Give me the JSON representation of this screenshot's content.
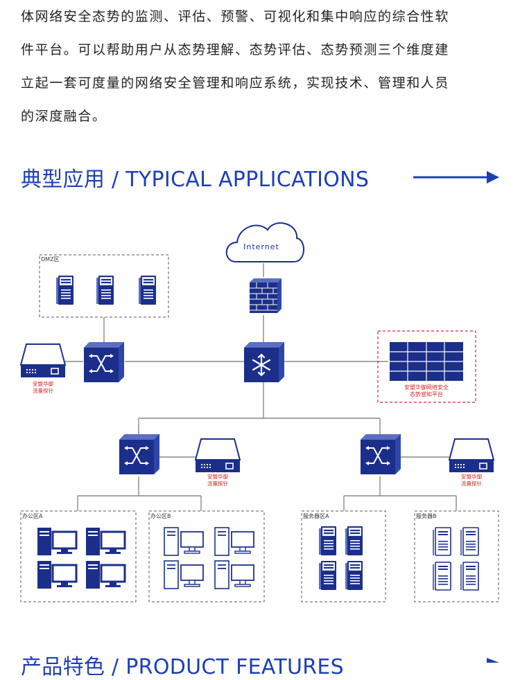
{
  "intro": {
    "lines": [
      "体网络安全态势的监测、评估、预警、可视化和集中响应的综合性软",
      "件平台。可以帮助用户从态势理解、态势评估、态势预测三个维度建",
      "立起一套可度量的网络安全管理和响应系统，实现技术、管理和人员",
      "的深度融合。"
    ]
  },
  "sections": {
    "applications_title": "典型应用 / TYPICAL APPLICATIONS",
    "features_title": "产品特色 / PRODUCT FEATURES"
  },
  "diagram": {
    "internet_label": "Internet",
    "dmz_label": "DMZ区",
    "probe_label_line1": "安盟华御",
    "probe_label_line2": "流量探针",
    "platform_label_line1": "安盟华御网络安全",
    "platform_label_line2": "态势感知平台",
    "office_a_label": "办公区A",
    "office_b_label": "办公区B",
    "server_a_label": "服务器区A",
    "server_b_label": "服务器B"
  },
  "colors": {
    "brand_blue": "#1d3fb5",
    "dark_blue": "#1b2f8a",
    "probe_red": "#d6262c",
    "line_gray": "#888888"
  }
}
